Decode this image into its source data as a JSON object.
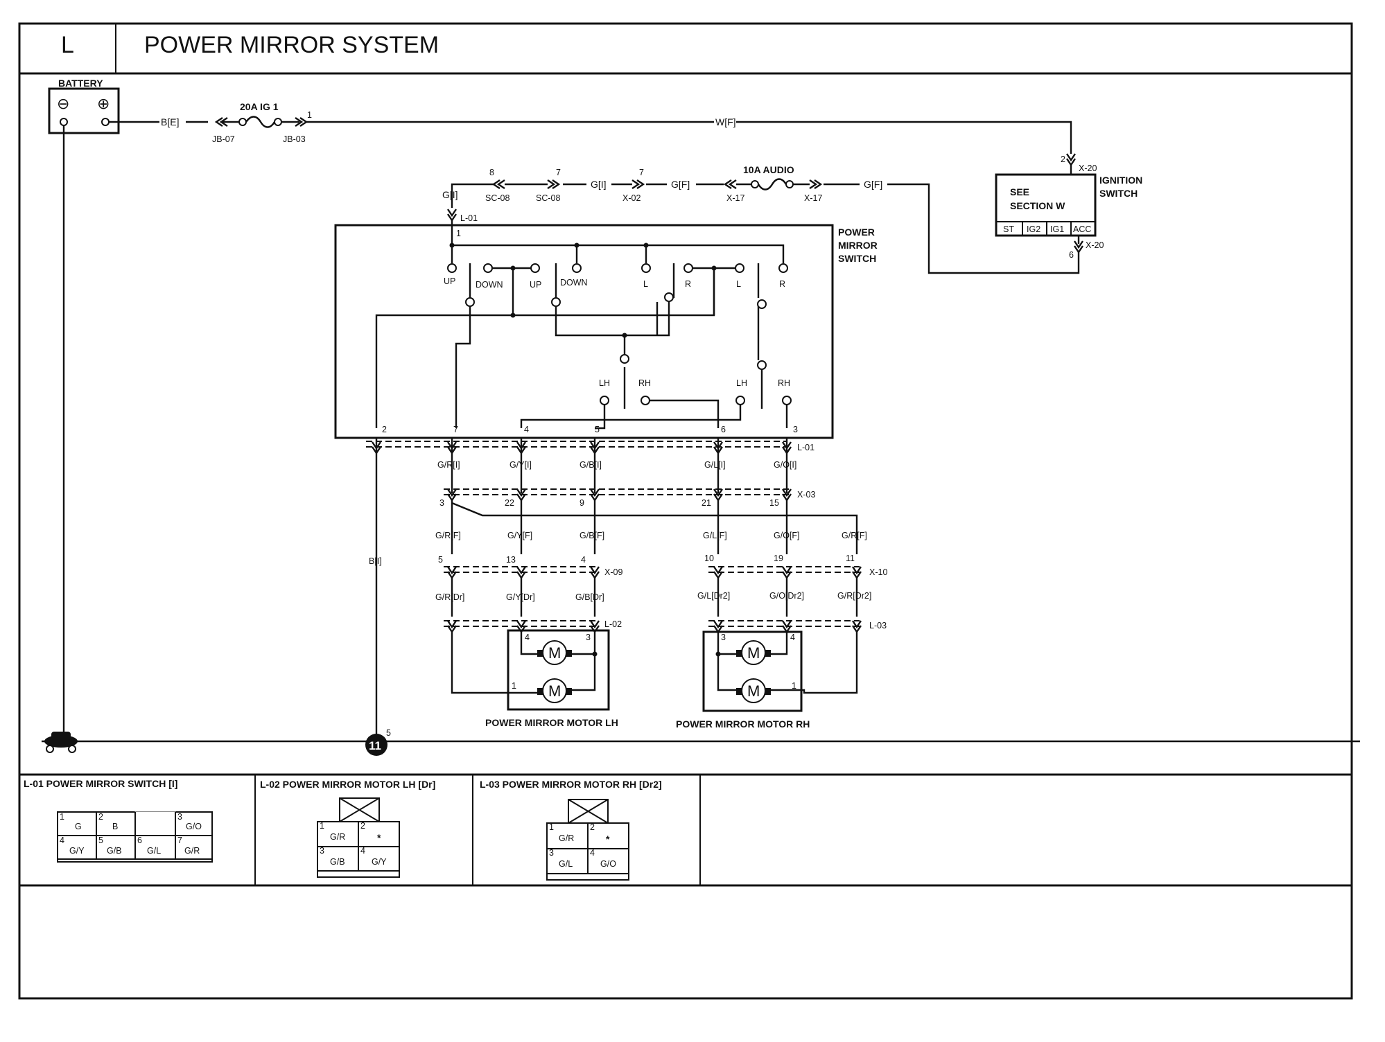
{
  "header": {
    "section": "L",
    "title": "POWER MIRROR SYSTEM"
  },
  "diagram": {
    "battery": {
      "label": "BATTERY",
      "neg": "⊖",
      "pos": "⊕",
      "wire": "B[E]"
    },
    "fuse_ig1": {
      "label": "20A IG 1",
      "in_conn": "JB-07",
      "out_conn": "JB-03",
      "out_pin": "1",
      "wire": "W[F]"
    },
    "ignition": {
      "label_line1": "IGNITION",
      "label_line2": "SWITCH",
      "see_line1": "SEE",
      "see_line2": "SECTION W",
      "positions": [
        "ST",
        "IG2",
        "IG1",
        "ACC"
      ],
      "conn_top": "X-20",
      "pin_top": "2",
      "conn_bot": "X-20",
      "pin_bot": "6"
    },
    "fuse_audio": {
      "label": "10A AUDIO",
      "conn_left": "X-17",
      "conn_right": "X-17",
      "wire_right": "G[F]"
    },
    "feed": {
      "sc_left_pin": "8",
      "sc_left": "SC-08",
      "sc_right_pin": "7",
      "sc_right": "SC-08",
      "x02_pin": "7",
      "x02": "X-02",
      "wire_gi": "G[I]",
      "wire_gi2": "G[I]",
      "wire_gf": "G[F]",
      "l01": "L-01",
      "l01_pin": "1"
    },
    "switch": {
      "label_line1": "POWER",
      "label_line2": "MIRROR",
      "label_line3": "SWITCH",
      "contacts": [
        "UP",
        "DOWN",
        "UP",
        "DOWN",
        "L",
        "R",
        "L",
        "R"
      ],
      "selector": [
        "LH",
        "RH",
        "LH",
        "RH"
      ],
      "pins": [
        "2",
        "7",
        "4",
        "5",
        "6",
        "3"
      ],
      "conn": "L-01"
    },
    "wires_l01": [
      "G/R[I]",
      "G/Y[I]",
      "G/B[I]",
      "G/L[I]",
      "G/O[I]"
    ],
    "x03": {
      "conn": "X-03",
      "pins": [
        "3",
        "22",
        "9",
        "21",
        "15"
      ]
    },
    "wires_f": [
      "G/R[F]",
      "G/Y[F]",
      "G/B[F]",
      "G/L[F]",
      "G/O[F]",
      "G/R[F]"
    ],
    "ground_wire": "B[I]",
    "x09": {
      "conn": "X-09",
      "pins": [
        "5",
        "13",
        "4"
      ]
    },
    "x10": {
      "conn": "X-10",
      "pins": [
        "10",
        "19",
        "11"
      ]
    },
    "wires_dr": [
      "G/R[Dr]",
      "G/Y[Dr]",
      "G/B[Dr]"
    ],
    "wires_dr2": [
      "G/L[Dr2]",
      "G/O[Dr2]",
      "G/R[Dr2]"
    ],
    "motor_lh": {
      "label": "POWER MIRROR MOTOR LH",
      "conn": "L-02",
      "pins": [
        "4",
        "3",
        "1"
      ],
      "motor": "M"
    },
    "motor_rh": {
      "label": "POWER MIRROR MOTOR RH",
      "conn": "L-03",
      "pins": [
        "3",
        "4",
        "1"
      ],
      "motor": "M"
    },
    "ground_point": {
      "id": "11",
      "pin": "5"
    }
  },
  "connectors": [
    {
      "title": "L-01 POWER MIRROR SWITCH [I]",
      "top": [
        {
          "n": "1",
          "v": "G"
        },
        {
          "n": "2",
          "v": "B"
        },
        {
          "n": "3",
          "v": "G/O"
        }
      ],
      "bottom": [
        {
          "n": "4",
          "v": "G/Y"
        },
        {
          "n": "5",
          "v": "G/B"
        },
        {
          "n": "6",
          "v": "G/L"
        },
        {
          "n": "7",
          "v": "G/R"
        }
      ]
    },
    {
      "title": "L-02 POWER MIRROR MOTOR LH [Dr]",
      "cells": [
        {
          "n": "1",
          "v": "G/R"
        },
        {
          "n": "2",
          "v": "*"
        },
        {
          "n": "3",
          "v": "G/B"
        },
        {
          "n": "4",
          "v": "G/Y"
        }
      ]
    },
    {
      "title": "L-03 POWER MIRROR MOTOR RH [Dr2]",
      "cells": [
        {
          "n": "1",
          "v": "G/R"
        },
        {
          "n": "2",
          "v": "*"
        },
        {
          "n": "3",
          "v": "G/L"
        },
        {
          "n": "4",
          "v": "G/O"
        }
      ]
    }
  ]
}
